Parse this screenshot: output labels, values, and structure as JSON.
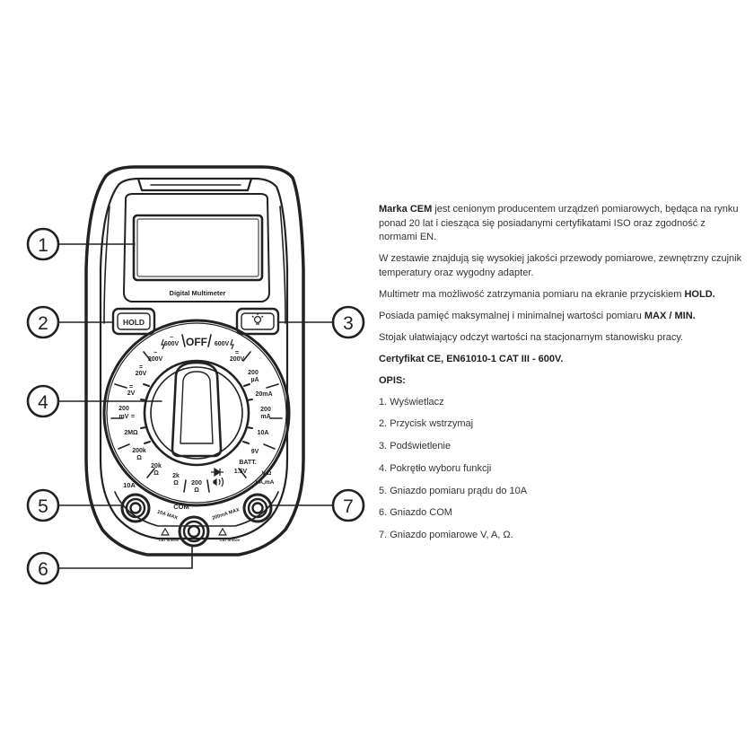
{
  "device": {
    "model_label": "Digital Multimeter",
    "hold_label": "HOLD",
    "dial": {
      "off": "OFF",
      "positions": [
        {
          "key": "600vac",
          "text": "600V",
          "sym": "~"
        },
        {
          "key": "200vac",
          "text": "200V",
          "sym": "~"
        },
        {
          "key": "20v",
          "text": "20V",
          "sym": "="
        },
        {
          "key": "2v",
          "text": "2V",
          "sym": "="
        },
        {
          "key": "200mv",
          "text": "200",
          "text2": "mV",
          "sym": "="
        },
        {
          "key": "2mohm",
          "text": "2MΩ"
        },
        {
          "key": "200kohm",
          "text": "200k",
          "text2": "Ω"
        },
        {
          "key": "20kohm",
          "text": "20k",
          "text2": "Ω"
        },
        {
          "key": "2kohm",
          "text": "2k",
          "text2": "Ω"
        },
        {
          "key": "200ohm",
          "text": "200",
          "text2": "Ω"
        },
        {
          "key": "600vdc",
          "text": "600V"
        },
        {
          "key": "200vdc",
          "text": "200V",
          "sym": "="
        },
        {
          "key": "200ua",
          "text": "200",
          "text2": "µA"
        },
        {
          "key": "20ma",
          "text": "20mA"
        },
        {
          "key": "200ma",
          "text": "200",
          "text2": "mA"
        },
        {
          "key": "10a",
          "text": "10A"
        },
        {
          "key": "9v",
          "text": "9V"
        },
        {
          "key": "batt",
          "text": "BATT."
        },
        {
          "key": "1v5",
          "text": "1.5V"
        }
      ]
    },
    "jacks": {
      "a10": "10A",
      "com": "COM",
      "vohm": "V,Ω",
      "vohm2": "µA,mA",
      "fused_left": "10A MAX",
      "fused_right": "200mA MAX",
      "cat_left": "CAT III 600V",
      "cat_right": "CAT III 600V"
    }
  },
  "callouts": [
    "1",
    "2",
    "3",
    "4",
    "5",
    "6",
    "7"
  ],
  "description": {
    "intro": {
      "brand": "Marka CEM",
      "text": " jest cenionym producentem urządzeń pomiarowych, będąca na rynku ponad 20 lat i ciesząca się posiadanymi certyfikatami ISO oraz zgodność z normami EN."
    },
    "accessories": "W zestawie znajdują się wysokiej jakości przewody pomiarowe, zewnętrzny czujnik temperatury oraz wygodny adapter.",
    "hold": {
      "text": "Multimetr ma możliwość zatrzymania pomiaru na ekranie przyciskiem ",
      "bold": "HOLD."
    },
    "memory": {
      "text": "Posiada pamięć maksymalnej i minimalnej wartości pomiaru ",
      "bold": "MAX / MIN."
    },
    "stand": "Stojak ułatwiający odczyt wartości na stacjonarnym stanowisku pracy.",
    "certificate": "Certyfikat CE, EN61010-1 CAT III - 600V.",
    "list_title": "OPIS:",
    "items": [
      "1. Wyświetlacz",
      "2. Przycisk wstrzymaj",
      "3. Podświetlenie",
      "4. Pokrętło wyboru funkcji",
      "5. Gniazdo pomiaru prądu do 10A",
      "6. Gniazdo COM",
      "7. Gniazdo pomiarowe V, A, Ω."
    ]
  },
  "colors": {
    "ink": "#222222",
    "text": "#333333",
    "background": "#ffffff"
  }
}
